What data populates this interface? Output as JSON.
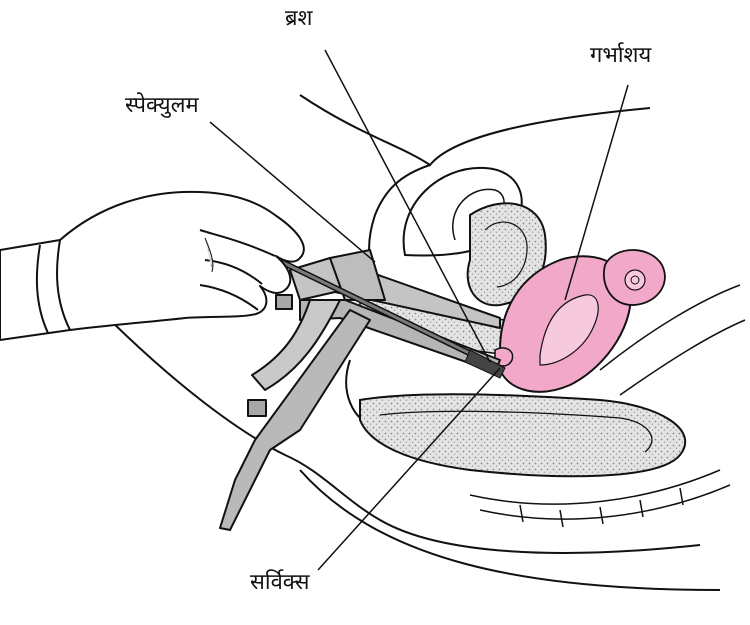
{
  "labels": {
    "brush": "ब्रश",
    "speculum": "स्पेक्युलम",
    "uterus": "गर्भाशय",
    "cervix": "सर्विक्स"
  },
  "colors": {
    "outline": "#111111",
    "uterus_fill": "#f2a9c9",
    "uterus_inner": "#f7c9dc",
    "instrument_fill": "#b9b9b9",
    "tissue_fill": "#d6d6d6",
    "background": "#ffffff"
  }
}
